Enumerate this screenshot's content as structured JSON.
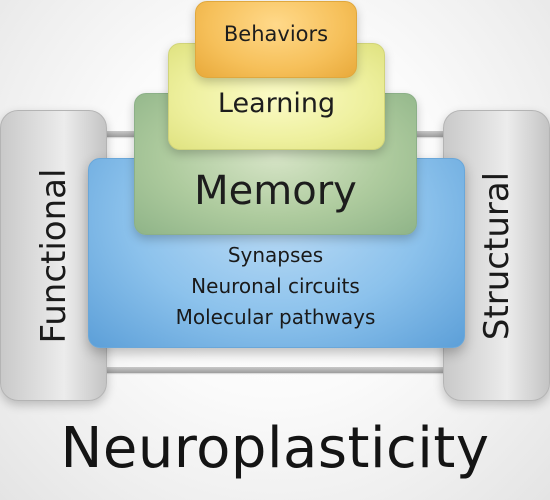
{
  "diagram": {
    "title": "Neuroplasticity",
    "sides": {
      "left": "Functional",
      "right": "Structural"
    },
    "tiers": {
      "top": "Behaviors",
      "second": "Learning",
      "third": "Memory"
    },
    "base_lines": [
      "Synapses",
      "Neuronal circuits",
      "Molecular pathways"
    ],
    "colors": {
      "behaviors": "#f6c05a",
      "learning": "#eef09e",
      "memory": "#aecb9e",
      "base": "#8cc2ec",
      "sides": "#d9d9d9"
    }
  }
}
